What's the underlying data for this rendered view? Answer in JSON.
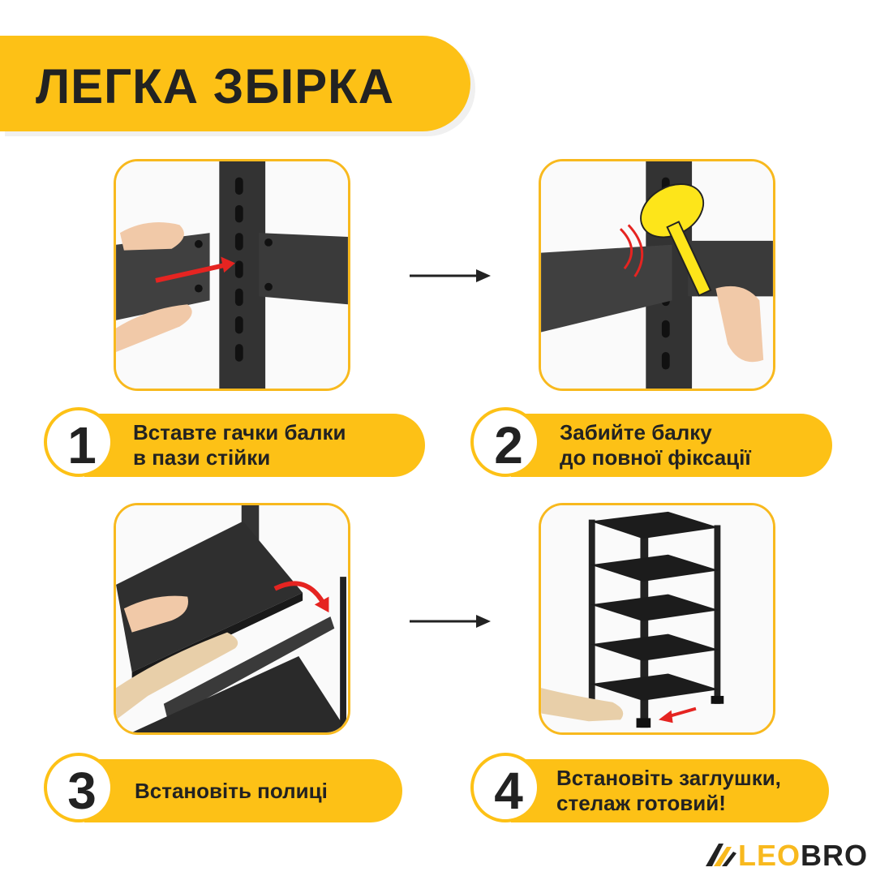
{
  "title": "ЛЕГКА ЗБІРКА",
  "steps": [
    {
      "number": "1",
      "line1": "Вставте гачки балки",
      "line2": "в пази стійки"
    },
    {
      "number": "2",
      "line1": "Забийте балку",
      "line2": "до повної фіксації"
    },
    {
      "number": "3",
      "line1": "Встановіть полиці",
      "line2": ""
    },
    {
      "number": "4",
      "line1": "Встановіть заглушки,",
      "line2": "стелаж готовий!"
    }
  ],
  "logo": {
    "part1": "LEO",
    "part2": "BRO"
  },
  "colors": {
    "accent": "#FDC116",
    "border": "#F8B91E",
    "text": "#222222",
    "metal": "#2b2b2b",
    "arrow_red": "#E52421"
  }
}
